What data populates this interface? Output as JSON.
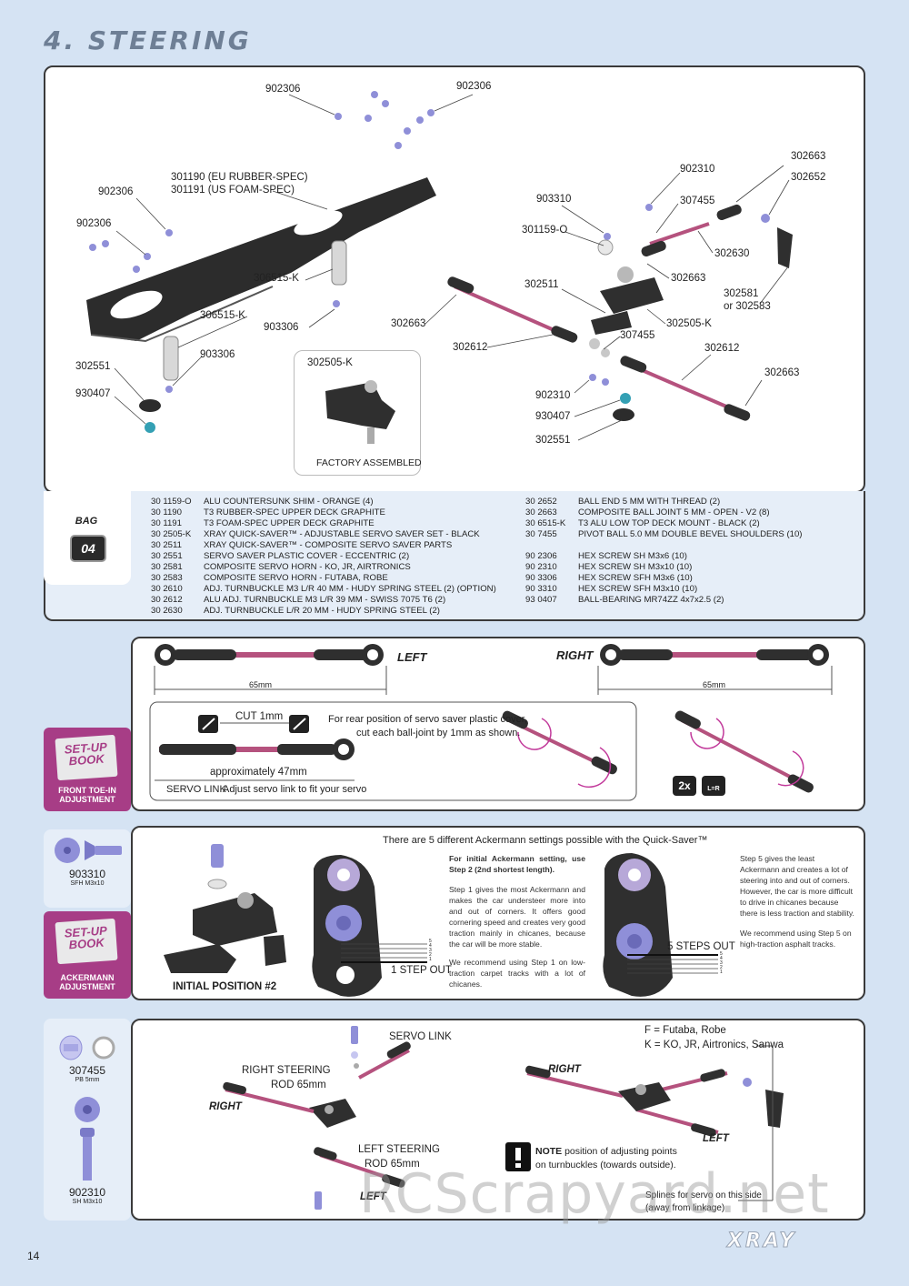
{
  "page": {
    "title": "4. STEERING",
    "page_number": "14",
    "brand": "XRAY",
    "watermark": "RCScrapyard.net"
  },
  "exploded_view": {
    "labels": [
      "902306",
      "902306",
      "301190 (EU RUBBER-SPEC)",
      "301191 (US FOAM-SPEC)",
      "902306",
      "902306",
      "306515-K",
      "903306",
      "306515-K",
      "903306",
      "302551",
      "930407",
      "302505-K",
      "FACTORY ASSEMBLED",
      "902310",
      "307455",
      "302663",
      "302652",
      "903310",
      "301159-O",
      "302630",
      "302663",
      "302581",
      "or 302583",
      "302511",
      "302505-K",
      "302663",
      "302612",
      "307455",
      "302612",
      "302663",
      "902310",
      "930407",
      "302551"
    ]
  },
  "bag": {
    "label": "BAG",
    "number": "04"
  },
  "parts": {
    "left": [
      {
        "code": "30 1159-O",
        "desc": "ALU COUNTERSUNK SHIM - ORANGE (4)"
      },
      {
        "code": "30 1190",
        "desc": "T3 RUBBER-SPEC UPPER DECK GRAPHITE"
      },
      {
        "code": "30 1191",
        "desc": "T3 FOAM-SPEC UPPER DECK GRAPHITE"
      },
      {
        "code": "30 2505-K",
        "desc": "XRAY QUICK-SAVER™ - ADJUSTABLE SERVO SAVER SET - BLACK"
      },
      {
        "code": "30 2511",
        "desc": "XRAY QUICK-SAVER™ - COMPOSITE SERVO SAVER PARTS"
      },
      {
        "code": "30 2551",
        "desc": "SERVO SAVER PLASTIC COVER - ECCENTRIC (2)"
      },
      {
        "code": "30 2581",
        "desc": "COMPOSITE SERVO HORN - KO, JR, AIRTRONICS"
      },
      {
        "code": "30 2583",
        "desc": "COMPOSITE SERVO HORN - FUTABA, ROBE"
      },
      {
        "code": "30 2610",
        "desc": "ADJ. TURNBUCKLE M3 L/R 40 MM  - HUDY SPRING STEEL (2) (OPTION)"
      },
      {
        "code": "30 2612",
        "desc": "ALU ADJ. TURNBUCKLE M3 L/R 39 MM - SWISS 7075 T6 (2)"
      },
      {
        "code": "30 2630",
        "desc": "ADJ. TURNBUCKLE L/R 20 MM  - HUDY SPRING STEEL (2)"
      }
    ],
    "right": [
      {
        "code": "30 2652",
        "desc": "BALL END 5 MM WITH THREAD (2)"
      },
      {
        "code": "30 2663",
        "desc": "COMPOSITE BALL JOINT 5 MM - OPEN - V2 (8)"
      },
      {
        "code": "30 6515-K",
        "desc": "T3 ALU LOW TOP DECK MOUNT - BLACK (2)"
      },
      {
        "code": "30 7455",
        "desc": "PIVOT BALL 5.0 MM DOUBLE BEVEL SHOULDERS (10)"
      },
      {
        "code": "",
        "desc": ""
      },
      {
        "code": "90 2306",
        "desc": "HEX SCREW SH M3x6  (10)"
      },
      {
        "code": "90 2310",
        "desc": "HEX SCREW SH M3x10  (10)"
      },
      {
        "code": "90 3306",
        "desc": "HEX SCREW SFH M3x6  (10)"
      },
      {
        "code": "90 3310",
        "desc": "HEX SCREW SFH M3x10  (10)"
      },
      {
        "code": "93 0407",
        "desc": "BALL-BEARING MR74ZZ 4x7x2.5  (2)"
      }
    ]
  },
  "toe_panel": {
    "tab_line1": "SET-UP",
    "tab_line2": "BOOK",
    "tab_caption": "FRONT TOE-IN ADJUSTMENT",
    "left_label": "LEFT",
    "right_label": "RIGHT",
    "left_length": "65mm",
    "right_length": "65mm",
    "cut": "CUT 1mm",
    "rear_note_1": "For rear position of servo saver plastic cover,",
    "rear_note_2": "cut each ball-joint by 1mm as shown.",
    "approx": "approximately 47mm",
    "servo_link": "SERVO LINK",
    "servo_link_note": "Adjust servo link to fit your servo",
    "qty": "2x",
    "lr": "L=R"
  },
  "ackermann": {
    "screw_code": "903310",
    "screw_desc": "SFH M3x10",
    "tab_line1": "SET-UP",
    "tab_line2": "BOOK",
    "tab_caption": "ACKERMANN ADJUSTMENT",
    "heading": "There are 5 different Ackermann settings possible with the Quick-Saver™",
    "initial": "INITIAL POSITION #2",
    "step1": "1 STEP OUT",
    "step5": "5 STEPS  OUT",
    "mid_bold": "For initial Ackermann setting, use Step 2 (2nd shortest length).",
    "mid_p1": "Step 1 gives the most Ackermann and makes the car understeer more into and out of corners. It offers good cornering speed and creates very good traction mainly in chicanes, because the car will be more stable.",
    "mid_p2": "We recommend using Step 1 on low-traction carpet tracks with a lot of chicanes.",
    "right_p1": "Step 5 gives the least Ackermann and creates a lot of steering into and out of corners. However, the car is more difficult to drive in chicanes because there is less traction and stability.",
    "right_p2": "We recommend using Step 5 on high-traction asphalt tracks.",
    "step_numbers": [
      "5",
      "4",
      "3",
      "2",
      "1"
    ]
  },
  "assembly": {
    "ball_code": "307455",
    "ball_desc": "PB 5mm",
    "screw_code": "902310",
    "screw_desc": "SH M3x10",
    "servo_link": "SERVO LINK",
    "right_rod": "RIGHT STEERING",
    "right_rod_2": "ROD 65mm",
    "left_rod": "LEFT STEERING",
    "left_rod_2": "ROD 65mm",
    "right": "RIGHT",
    "left": "LEFT",
    "futaba": "F = Futaba, Robe",
    "ko": "K = KO, JR, Airtronics, Sanwa",
    "note_bold": "NOTE",
    "note_1": "position of adjusting points",
    "note_2": "on turnbuckles (towards outside).",
    "splines_1": "Splines for servo on this side",
    "splines_2": "(away from linkage)"
  },
  "colors": {
    "background": "#d5e3f3",
    "title": "#6e7f95",
    "accent": "#a73d86",
    "turnbuckle": "#b5527e",
    "screw": "#8f8fd8",
    "graphite": "#2c2c2c"
  }
}
